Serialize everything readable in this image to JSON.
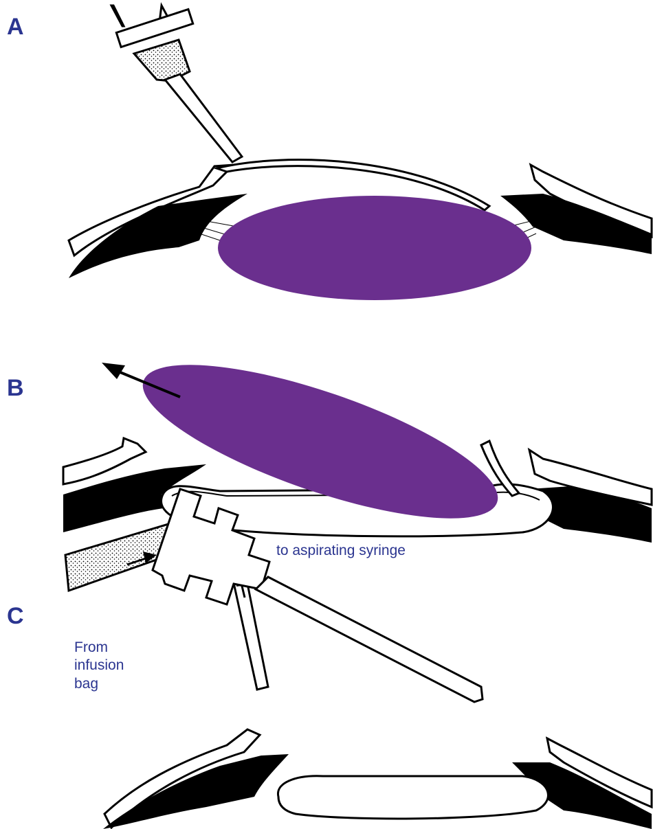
{
  "panels": {
    "a": {
      "label": "A"
    },
    "b": {
      "label": "B"
    },
    "c": {
      "label": "C",
      "aspiration_text": "to aspirating syringe",
      "infusion_text": "From\ninfusion\nbag"
    }
  },
  "colors": {
    "lens": "#6a2f8e",
    "label": "#2b3590",
    "ink": "#000000"
  }
}
